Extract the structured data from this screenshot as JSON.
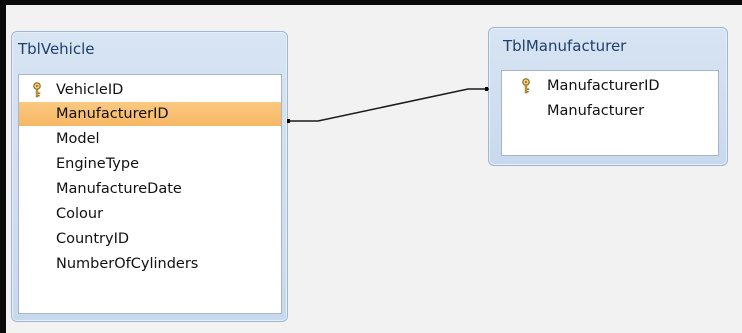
{
  "tables": [
    {
      "title": "TblVehicle",
      "fields": [
        {
          "name": "VehicleID",
          "primary_key": true,
          "selected": false
        },
        {
          "name": "ManufacturerID",
          "primary_key": false,
          "selected": true
        },
        {
          "name": "Model",
          "primary_key": false,
          "selected": false
        },
        {
          "name": "EngineType",
          "primary_key": false,
          "selected": false
        },
        {
          "name": "ManufactureDate",
          "primary_key": false,
          "selected": false
        },
        {
          "name": "Colour",
          "primary_key": false,
          "selected": false
        },
        {
          "name": "CountryID",
          "primary_key": false,
          "selected": false
        },
        {
          "name": "NumberOfCylinders",
          "primary_key": false,
          "selected": false
        }
      ]
    },
    {
      "title": "TblManufacturer",
      "fields": [
        {
          "name": "ManufacturerID",
          "primary_key": true,
          "selected": false
        },
        {
          "name": "Manufacturer",
          "primary_key": false,
          "selected": false
        }
      ]
    }
  ],
  "colors": {
    "selection": "#f7b764",
    "title_text": "#1f3f6a",
    "window_bg": "#c9d9ed",
    "relationship_line": "#1a1a1a"
  }
}
